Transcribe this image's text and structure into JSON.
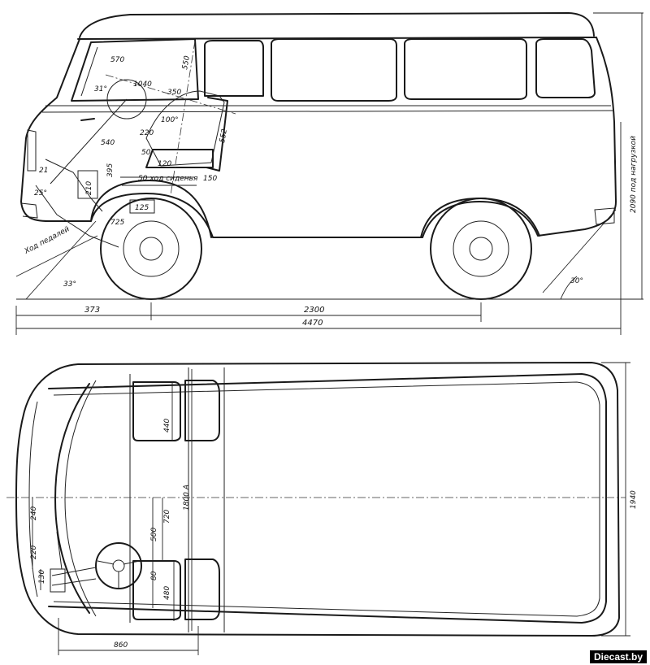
{
  "side_view": {
    "dims": {
      "front_overhang": "373",
      "wheelbase": "2300",
      "length": "4470",
      "height_note": "2090 под нагрузкой",
      "approach_angle": "33°",
      "departure_angle": "30°",
      "pedal_travel": "Ход педалей",
      "seat_travel": "50 ход сиденья",
      "pedal_angle": "25°"
    },
    "cab_labels": [
      "570",
      "550",
      "1040",
      "350",
      "220",
      "540",
      "100°",
      "395",
      "50",
      "120",
      "210",
      "552",
      "150",
      "725",
      "125",
      "21",
      "31°"
    ]
  },
  "top_view": {
    "dims": {
      "seat_depth": "440",
      "cab_width": "1800 A",
      "width": "1940",
      "dim_720": "720",
      "dim_500": "500",
      "dim_240": "240",
      "dim_220": "220",
      "dim_130": "130",
      "dim_480": "480",
      "dim_80": "80",
      "front_to_seat": "860"
    }
  },
  "watermark": "Diecast.by"
}
